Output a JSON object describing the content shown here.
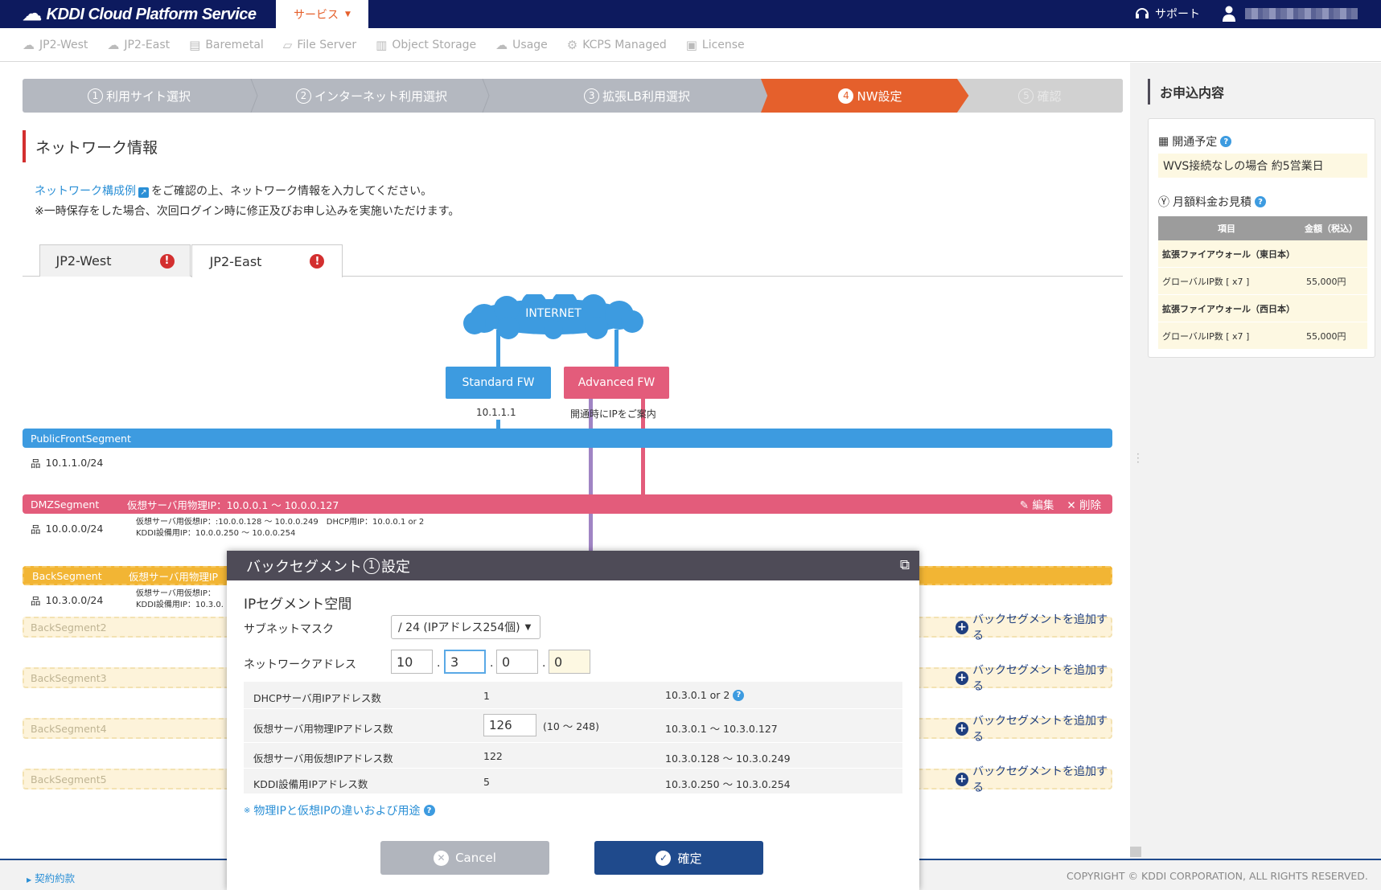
{
  "topbar": {
    "brand": "KDDI Cloud Platform Service",
    "service_menu": "サービス",
    "support": "サポート"
  },
  "service_nav": [
    {
      "label": "JP2-West",
      "icon": "cloud-icon"
    },
    {
      "label": "JP2-East",
      "icon": "cloud-icon"
    },
    {
      "label": "Baremetal",
      "icon": "server-icon"
    },
    {
      "label": "File Server",
      "icon": "folder-icon"
    },
    {
      "label": "Object Storage",
      "icon": "database-icon"
    },
    {
      "label": "Usage",
      "icon": "chart-cloud-icon"
    },
    {
      "label": "KCPS Managed",
      "icon": "gear-icon"
    },
    {
      "label": "License",
      "icon": "certificate-icon"
    }
  ],
  "wizard": {
    "steps": [
      {
        "num": "1",
        "label": "利用サイト選択",
        "state": "done"
      },
      {
        "num": "2",
        "label": "インターネット利用選択",
        "state": "done"
      },
      {
        "num": "3",
        "label": "拡張LB利用選択",
        "state": "done"
      },
      {
        "num": "4",
        "label": "NW設定",
        "state": "active"
      },
      {
        "num": "5",
        "label": "確認",
        "state": "future"
      }
    ]
  },
  "section": {
    "title": "ネットワーク情報",
    "intro_link": "ネットワーク構成例",
    "intro_text": "をご確認の上、ネットワーク情報を入力してください。",
    "intro_note": "※一時保存をした場合、次回ログイン時に修正及びお申し込みを実施いただけます。"
  },
  "region_tabs": [
    {
      "label": "JP2-West",
      "warn": "!"
    },
    {
      "label": "JP2-East",
      "warn": "!"
    }
  ],
  "diagram": {
    "internet": "INTERNET",
    "standard_fw": "Standard FW",
    "advanced_fw": "Advanced FW",
    "standard_ip": "10.1.1.1",
    "advanced_ip": "開通時にIPをご案内",
    "public_segment": {
      "name": "PublicFrontSegment",
      "cidr": "10.1.1.0/24"
    },
    "dmz_segment": {
      "name": "DMZSegment",
      "info": "仮想サーバ用物理IP：10.0.0.1 〜 10.0.0.127",
      "cidr": "10.0.0.0/24",
      "detail1": "仮想サーバ用仮想IP：:10.0.0.128 〜 10.0.0.249　DHCP用IP：10.0.0.1 or 2",
      "detail2": "KDDI設備用IP：10.0.0.250 〜 10.0.0.254",
      "edit": "編集",
      "delete": "削除"
    },
    "back_segment": {
      "name": "BackSegment",
      "info": "仮想サーバ用物理IP",
      "cidr": "10.3.0.0/24",
      "detail1": "仮想サーバ用仮想IP：",
      "detail2": "KDDI設備用IP：10.3.0."
    },
    "empty_segments": [
      "BackSegment2",
      "BackSegment3",
      "BackSegment4",
      "BackSegment5"
    ],
    "add_segment_label": "バックセグメントを追加する"
  },
  "modal": {
    "title_pre": "バックセグメント",
    "title_num": "1",
    "title_post": "設定",
    "subtitle": "IPセグメント空間",
    "subnet_label": "サブネットマスク",
    "subnet_value": "/ 24 (IPアドレス254個)",
    "network_label": "ネットワークアドレス",
    "octets": [
      "10",
      "3",
      "0",
      "0"
    ],
    "rows": [
      {
        "label": "DHCPサーバ用IPアドレス数",
        "count": "1",
        "range": "10.3.0.1 or 2"
      },
      {
        "label": "仮想サーバ用物理IPアドレス数",
        "count": "126",
        "hint": "(10 〜 248)",
        "range": "10.3.0.1 〜 10.3.0.127"
      },
      {
        "label": "仮想サーバ用仮想IPアドレス数",
        "count": "122",
        "range": "10.3.0.128 〜 10.3.0.249"
      },
      {
        "label": "KDDI設備用IPアドレス数",
        "count": "5",
        "range": "10.3.0.250 〜 10.3.0.254"
      }
    ],
    "diff_link_prefix": "※",
    "diff_link": "物理IPと仮想IPの違いおよび用途",
    "cancel": "Cancel",
    "confirm": "確定"
  },
  "sidebar": {
    "title": "お申込内容",
    "open_label": "開通予定",
    "open_value": "WVS接続なしの場合 約5営業日",
    "estimate_label": "月額料金お見積",
    "col_item": "項目",
    "col_amount": "金額（税込）",
    "groups": [
      {
        "name": "拡張ファイアウォール（東日本）",
        "item": "グローバルIP数 [ x7 ]",
        "amount": "55,000円"
      },
      {
        "name": "拡張ファイアウォール（西日本）",
        "item": "グローバルIP数 [ x7 ]",
        "amount": "55,000円"
      }
    ]
  },
  "footer": {
    "terms": "契約約款",
    "copyright": "COPYRIGHT © KDDI CORPORATION, ALL RIGHTS RESERVED."
  },
  "colors": {
    "navy": "#0d1a5e",
    "accent_orange": "#e5602c",
    "public_blue": "#3d9be0",
    "dmz_pink": "#e35c7b",
    "back_yellow": "#f2b534",
    "confirm_blue": "#1f4a8c"
  }
}
